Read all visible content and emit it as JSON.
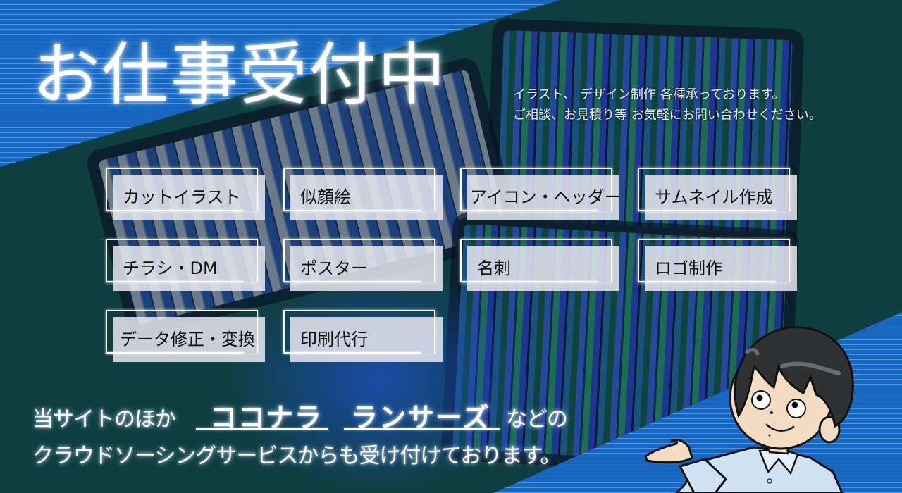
{
  "banner": {
    "headline": "お仕事受付中",
    "intro": {
      "line1": "イラスト、 デザイン制作 各種承っております。",
      "line2": "ご相談、お見積り等 お気軽にお問い合わせください。"
    },
    "services": [
      {
        "label": "カットイラスト"
      },
      {
        "label": "似顔絵"
      },
      {
        "label": "アイコン・ヘッダー"
      },
      {
        "label": "サムネイル作成"
      },
      {
        "label": "チラシ・DM"
      },
      {
        "label": "ポスター"
      },
      {
        "label": "名刺"
      },
      {
        "label": "ロゴ制作"
      },
      {
        "label": "データ修正・変換"
      },
      {
        "label": "印刷代行"
      }
    ],
    "footer": {
      "prefix": "当サイトのほか",
      "platform1": "ココナラ",
      "platform2": "ランサーズ",
      "suffix": "などの",
      "line2": "クラウドソーシングサービスからも受け付けております。"
    }
  },
  "colors": {
    "stripe_blue": "#1567c2",
    "band_teal": "#0f3e41",
    "tag_fill": "#e8e8f0",
    "text_white": "#ffffff",
    "label_black": "#111111"
  }
}
